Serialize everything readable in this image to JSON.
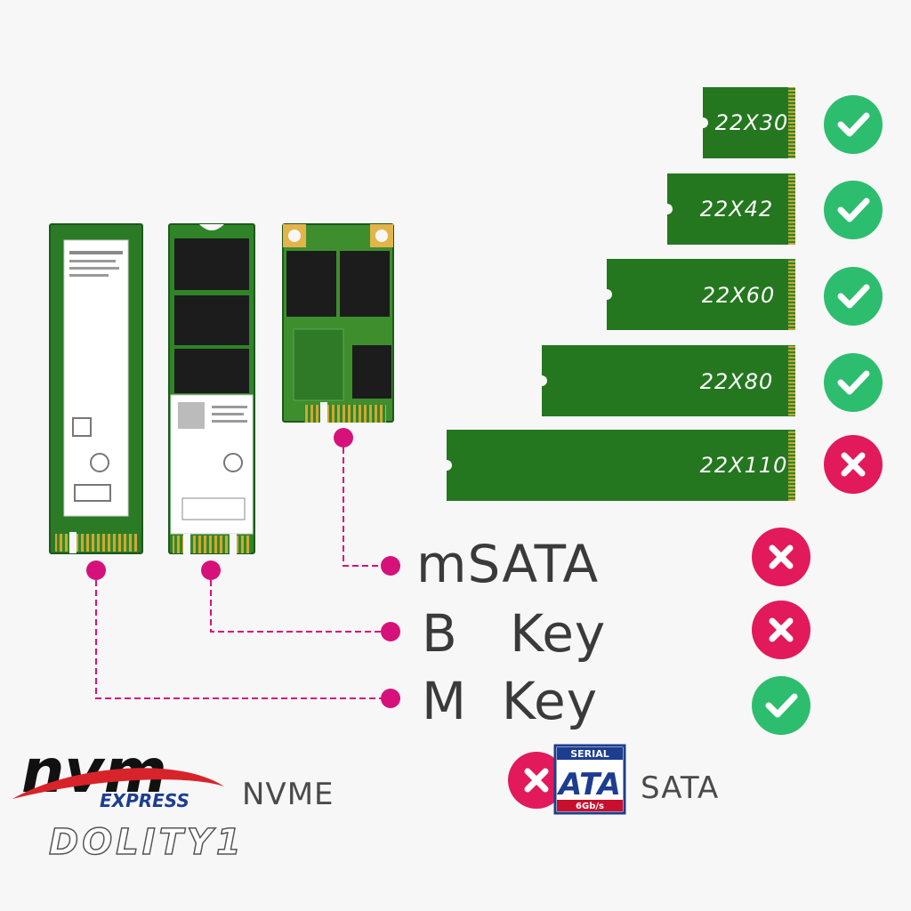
{
  "form_factors": [
    {
      "label": "22X30",
      "supported": true
    },
    {
      "label": "22X42",
      "supported": true
    },
    {
      "label": "22X60",
      "supported": true
    },
    {
      "label": "22X80",
      "supported": true
    },
    {
      "label": "22X110",
      "supported": false
    }
  ],
  "key_types": [
    {
      "label": "mSATA",
      "supported": false
    },
    {
      "label": "B   Key",
      "supported": false
    },
    {
      "label": "M  Key",
      "supported": true
    }
  ],
  "protocols": {
    "nvme": {
      "logo_text": "nvm",
      "logo_subtext": "EXPRESS",
      "label": "NVME"
    },
    "sata": {
      "logo_top": "SERIAL",
      "logo_main": "ATA",
      "logo_speed": "6Gb/s",
      "label": "SATA",
      "supported": false
    }
  },
  "watermark": "DOLITY1",
  "colors": {
    "pcb_green": "#24771f",
    "check_green": "#2dbd6e",
    "cross_red": "#e2195b",
    "connector_magenta": "#d6127a",
    "sata_blue": "#1d3d8f",
    "sata_red": "#c8102e"
  },
  "icons": {
    "supported": "check-icon",
    "unsupported": "cross-icon"
  }
}
